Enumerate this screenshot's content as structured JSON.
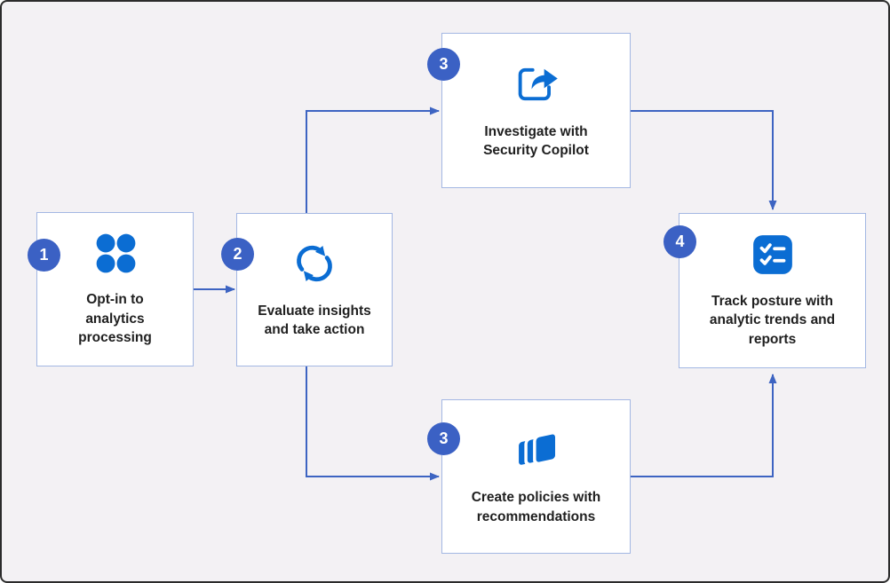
{
  "colors": {
    "background": "#f3f1f4",
    "box_background": "#ffffff",
    "box_border": "#a3b7e3",
    "connector": "#3d64c2",
    "badge_background": "#3b61c4",
    "badge_text": "#ffffff",
    "icon_blue": "#0b6dd3",
    "label_text": "#1f1f1f",
    "frame_border": "#2b2b2b"
  },
  "diagram": {
    "type": "flowchart",
    "steps": [
      {
        "number": "1",
        "label": "Opt-in to analytics processing",
        "icon": "dots-grid-icon"
      },
      {
        "number": "2",
        "label": "Evaluate insights and take action",
        "icon": "sync-arrows-icon"
      },
      {
        "number": "3",
        "label": "Investigate with Security Copilot",
        "icon": "share-arrow-icon"
      },
      {
        "number": "3",
        "label": "Create policies with recommendations",
        "icon": "stacked-cards-icon"
      },
      {
        "number": "4",
        "label": "Track posture with analytic trends and reports",
        "icon": "checklist-icon"
      }
    ],
    "connections": [
      {
        "from": "Opt-in to analytics processing",
        "to": "Evaluate insights and take action"
      },
      {
        "from": "Evaluate insights and take action",
        "to": "Investigate with Security Copilot"
      },
      {
        "from": "Evaluate insights and take action",
        "to": "Create policies with recommendations"
      },
      {
        "from": "Investigate with Security Copilot",
        "to": "Track posture with analytic trends and reports"
      },
      {
        "from": "Create policies with recommendations",
        "to": "Track posture with analytic trends and reports"
      }
    ]
  }
}
